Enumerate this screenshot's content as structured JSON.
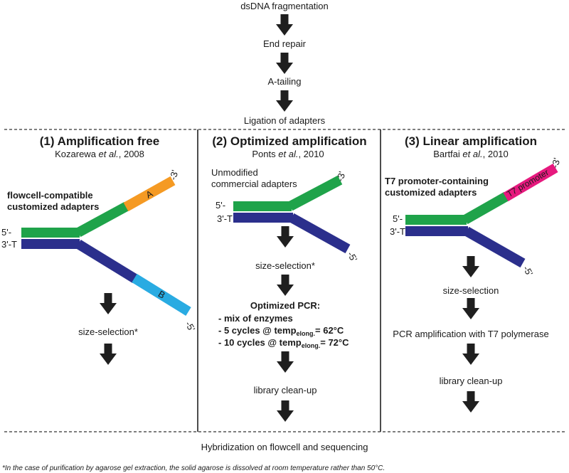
{
  "top_steps": [
    "dsDNA fragmentation",
    "End repair",
    "A-tailing",
    "Ligation of adapters"
  ],
  "panel1": {
    "title": "(1) Amplification free",
    "citation_author": "Kozarewa",
    "citation_etal": "et al.",
    "citation_year": ", 2008",
    "adapter_label_line1": "flowcell-compatible",
    "adapter_label_line2": "customized adapters",
    "label_5prime": "5'-",
    "label_3T": "3'-T",
    "end_3prime": "-3'",
    "end_5prime": "-5'",
    "segment_a": "A",
    "segment_b": "B",
    "step_size_selection": "size-selection*"
  },
  "panel2": {
    "title": "(2) Optimized amplification",
    "citation_author": "Ponts",
    "citation_etal": "et al.",
    "citation_year": ", 2010",
    "adapter_label_line1": "Unmodified",
    "adapter_label_line2": "commercial adapters",
    "label_5prime": "5'-",
    "label_3T": "3'-T",
    "end_3prime": "-3'",
    "end_5prime": "-5'",
    "step_size_selection": "size-selection*",
    "pcr_title": "Optimized PCR:",
    "pcr_line1": "- mix of enzymes",
    "pcr_line2_prefix": "- 5 cycles @ temp",
    "pcr_line2_sub": "elong.",
    "pcr_line2_suffix": "= 62°C",
    "pcr_line3_prefix": "- 10 cycles @ temp",
    "pcr_line3_sub": "elong.",
    "pcr_line3_suffix": "= 72°C",
    "step_cleanup": "library clean-up"
  },
  "panel3": {
    "title": "(3) Linear amplification",
    "citation_author": "Bartfai",
    "citation_etal": "et al.",
    "citation_year": ", 2010",
    "adapter_label_line1": "T7 promoter-containing",
    "adapter_label_line2": "customized adapters",
    "label_5prime": "5'-",
    "label_3T": "3'-T",
    "end_3prime": "-3'",
    "end_5prime": "-5'",
    "segment_t7": "T7 promoter",
    "step_size_selection": "size-selection",
    "step_pcr": "PCR amplification with T7 polymerase",
    "step_cleanup": "library clean-up"
  },
  "bottom_step": "Hybridization on flowcell and sequencing",
  "footnote": "*In the case of purification by agarose gel extraction, the solid agarose is dissolved at room temperature rather than 50°C.",
  "colors": {
    "green": "#1fa34a",
    "navy": "#2b2f8c",
    "orange": "#f59a23",
    "light_blue": "#29abe2",
    "magenta": "#e6197e",
    "arrow": "#1f1f1f"
  }
}
